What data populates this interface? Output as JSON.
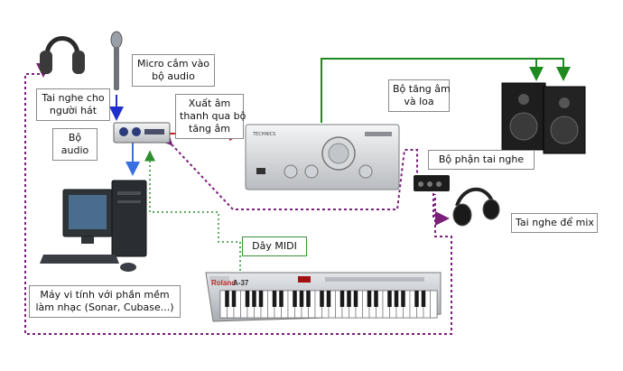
{
  "labels": {
    "micro": [
      "Micro cắm vào",
      "bộ audio"
    ],
    "headphone_singer": [
      "Tai nghe cho",
      "người hát"
    ],
    "audio_box": [
      "Bộ",
      "audio"
    ],
    "output": [
      "Xuất âm",
      "thanh qua bộ",
      "tăng âm"
    ],
    "amp_speakers": [
      "Bộ tăng âm",
      "và loa"
    ],
    "headphone_unit": "Bộ phận tai nghe",
    "mix_headphone": "Tai nghe để mix",
    "midi": "Dây MIDI",
    "computer": [
      "Máy vi tính với phần mềm",
      "làm nhạc (Sonar, Cubase...)"
    ]
  },
  "devices": {
    "amp_brand": "TECHNICS",
    "keyboard_brand": "Roland",
    "keyboard_model": "A-37"
  },
  "colors": {
    "audio_link": "#cc1f1f",
    "speaker_link": "#1f8a1f",
    "mic_link": "#1f2fcc",
    "computer_link": "#3a6fe0",
    "midi_link": "#2e8f2e",
    "monitor_link": "#7a1f7a"
  }
}
